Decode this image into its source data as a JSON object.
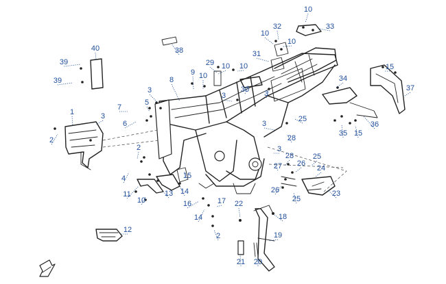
{
  "diagram": {
    "callout_color": "#1f4e9a",
    "line_color": "#222222",
    "callouts": [
      {
        "label": "10"
      },
      {
        "label": "33"
      },
      {
        "label": "32"
      },
      {
        "label": "10"
      },
      {
        "label": "10"
      },
      {
        "label": "40"
      },
      {
        "label": "38"
      },
      {
        "label": "31"
      },
      {
        "label": "39"
      },
      {
        "label": "29"
      },
      {
        "label": "10"
      },
      {
        "label": "10"
      },
      {
        "label": "15"
      },
      {
        "label": "39"
      },
      {
        "label": "9"
      },
      {
        "label": "8"
      },
      {
        "label": "34"
      },
      {
        "label": "3"
      },
      {
        "label": "10"
      },
      {
        "label": "3"
      },
      {
        "label": "30"
      },
      {
        "label": "3"
      },
      {
        "label": "7"
      },
      {
        "label": "5"
      },
      {
        "label": "1"
      },
      {
        "label": "3"
      },
      {
        "label": "6"
      },
      {
        "label": "25"
      },
      {
        "label": "37"
      },
      {
        "label": "36"
      },
      {
        "label": "3"
      },
      {
        "label": "2"
      },
      {
        "label": "35"
      },
      {
        "label": "15"
      },
      {
        "label": "28"
      },
      {
        "label": "2"
      },
      {
        "label": "3"
      },
      {
        "label": "28"
      },
      {
        "label": "25"
      },
      {
        "label": "4"
      },
      {
        "label": "27"
      },
      {
        "label": "26"
      },
      {
        "label": "24"
      },
      {
        "label": "15"
      },
      {
        "label": "11"
      },
      {
        "label": "13"
      },
      {
        "label": "14"
      },
      {
        "label": "26"
      },
      {
        "label": "23"
      },
      {
        "label": "10"
      },
      {
        "label": "25"
      },
      {
        "label": "16"
      },
      {
        "label": "17"
      },
      {
        "label": "22"
      },
      {
        "label": "14"
      },
      {
        "label": "18"
      },
      {
        "label": "12"
      },
      {
        "label": "2"
      },
      {
        "label": "19"
      },
      {
        "label": "21"
      },
      {
        "label": "20"
      }
    ]
  }
}
